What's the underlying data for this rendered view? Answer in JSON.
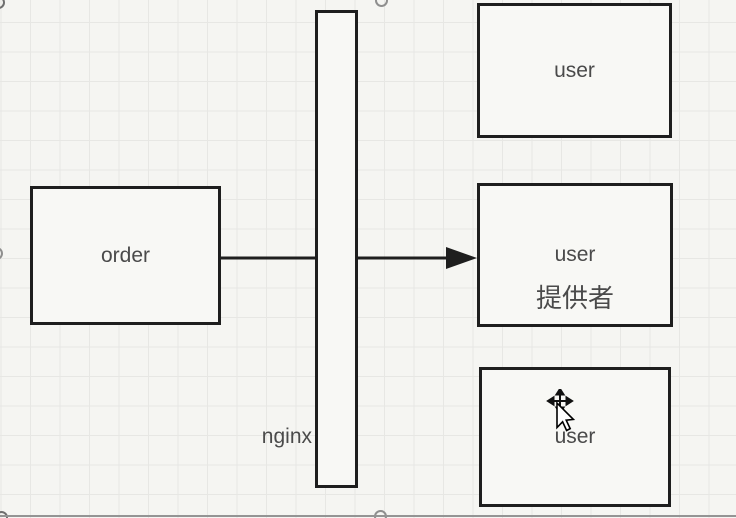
{
  "app": {
    "type": "diagram-editor-canvas"
  },
  "nodes": {
    "order": {
      "label": "order"
    },
    "nginx": {
      "label": "nginx"
    },
    "user_top": {
      "label": "user"
    },
    "user_middle": {
      "label": "user",
      "sublabel": "提供者"
    },
    "user_bottom": {
      "label": "user"
    }
  },
  "connector": {
    "from": "order",
    "to": "user_middle",
    "style": "solid-arrow"
  },
  "cursor": {
    "icon": "move-pointer-cursor"
  },
  "colors": {
    "canvas_bg": "#f5f5f2",
    "grid_line": "#e7e7e4",
    "shape_fill": "#f8f8f5",
    "shape_stroke": "#1e1e1e",
    "text": "#4a4a4a",
    "handle": "#8f8f8f",
    "edge_line": "#949494"
  }
}
